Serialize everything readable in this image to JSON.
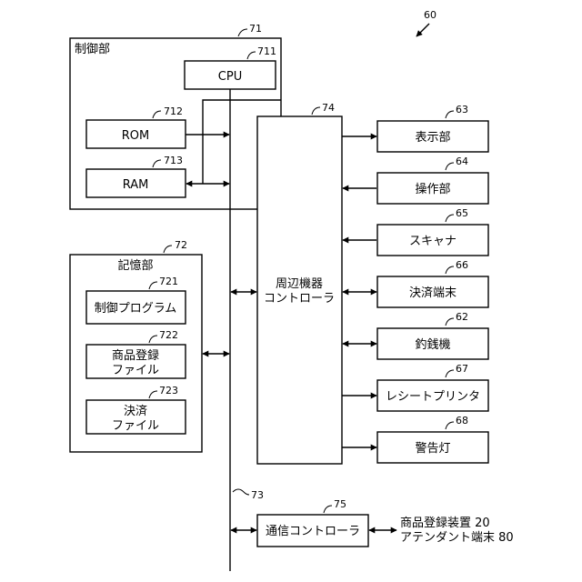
{
  "figure_ref": "60",
  "control_unit": {
    "label": "制御部",
    "ref": "71"
  },
  "cpu": {
    "label": "CPU",
    "ref": "711"
  },
  "rom": {
    "label": "ROM",
    "ref": "712"
  },
  "ram": {
    "label": "RAM",
    "ref": "713"
  },
  "storage_unit": {
    "label": "記憶部",
    "ref": "72"
  },
  "control_program": {
    "label": "制御プログラム",
    "ref": "721"
  },
  "product_file": {
    "line1": "商品登録",
    "line2": "ファイル",
    "ref": "722"
  },
  "settlement_file": {
    "line1": "決済",
    "line2": "ファイル",
    "ref": "723"
  },
  "bus": {
    "ref": "73"
  },
  "peripheral_controller": {
    "line1": "周辺機器",
    "line2": "コントローラ",
    "ref": "74"
  },
  "comm_controller": {
    "label": "通信コントローラ",
    "ref": "75"
  },
  "devices": [
    {
      "label": "表示部",
      "ref": "63"
    },
    {
      "label": "操作部",
      "ref": "64"
    },
    {
      "label": "スキャナ",
      "ref": "65"
    },
    {
      "label": "決済端末",
      "ref": "66"
    },
    {
      "label": "釣銭機",
      "ref": "62"
    },
    {
      "label": "レシートプリンタ",
      "ref": "67"
    },
    {
      "label": "警告灯",
      "ref": "68"
    }
  ],
  "external": {
    "line1": "商品登録装置 20",
    "line2": "アテンダント端末 80"
  }
}
